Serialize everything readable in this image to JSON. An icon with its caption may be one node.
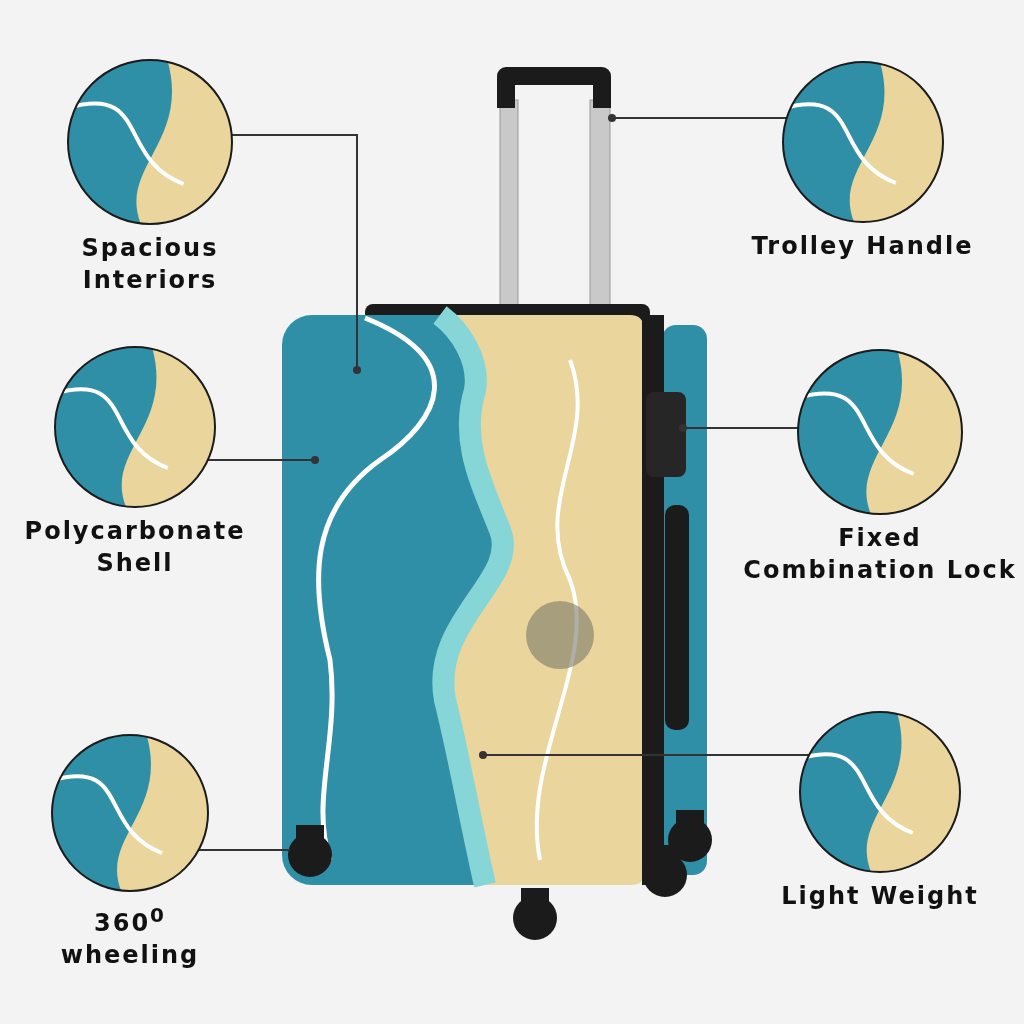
{
  "diagram": {
    "nodes": [
      {
        "text": [],
        "shape": "picture"
      },
      {
        "text": [
          "Spacious Interiors"
        ]
      },
      {
        "text": [
          "Polycarbonate Shell"
        ]
      },
      {
        "text": [
          "360$^{0}$ wheeling"
        ]
      },
      {
        "text": [
          "Trolley Handle"
        ]
      },
      {
        "text": [
          "Fixed Combination Lock"
        ]
      },
      {
        "text": [
          "Light Weight"
        ]
      }
    ],
    "edges": [
      {
        "from": 1,
        "to": 0,
        "arrow": "other"
      },
      {
        "from": 2,
        "to": 0,
        "arrow": "other"
      },
      {
        "from": 3,
        "to": 0,
        "arrow": "none"
      },
      {
        "from": 4,
        "to": 0,
        "arrow": "other"
      },
      {
        "from": 5,
        "to": 0,
        "arrow": "other"
      },
      {
        "from": 6,
        "to": 0,
        "arrow": "other"
      }
    ]
  }
}
